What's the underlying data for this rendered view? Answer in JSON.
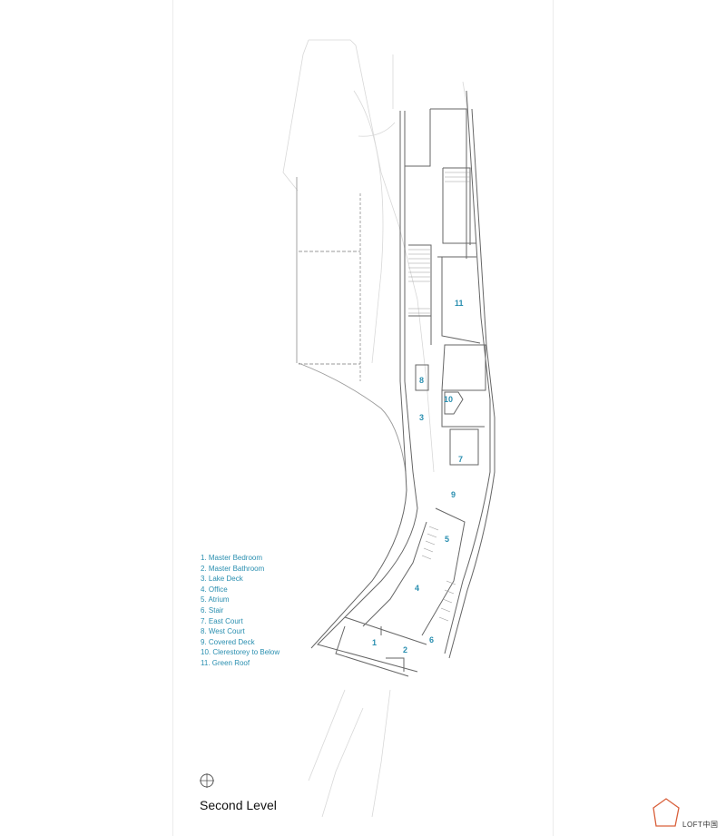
{
  "drawing": {
    "title": "Second Level",
    "room_labels": {
      "r1": "1",
      "r2": "2",
      "r3": "3",
      "r4": "4",
      "r5": "5",
      "r6": "6",
      "r7": "7",
      "r8": "8",
      "r9": "9",
      "r10": "10",
      "r11": "11"
    },
    "legend": [
      "1.  Master Bedroom",
      "2.  Master Bathroom",
      "3.  Lake Deck",
      "4.  Office",
      "5.  Atrium",
      "6.  Stair",
      "7.  East Court",
      "8.  West Court",
      "9.  Covered Deck",
      "10. Clerestorey to Below",
      "11. Green Roof"
    ],
    "north_symbol": "compass-icon",
    "label_color": "#2a8fb0"
  },
  "logo": {
    "text": "LOFT中国",
    "color": "#d9603b"
  }
}
